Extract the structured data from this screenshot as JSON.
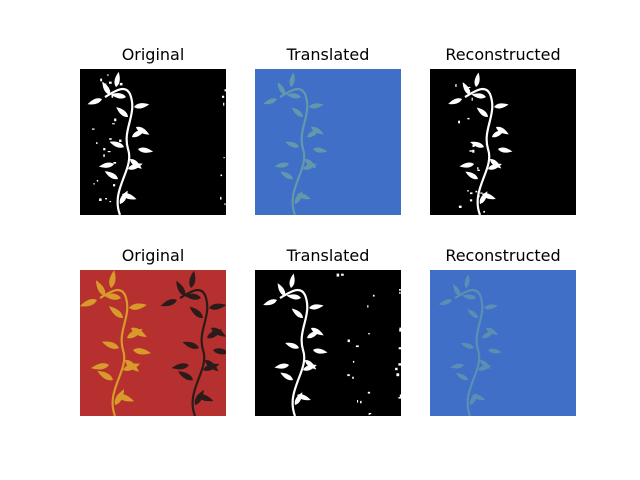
{
  "panels": [
    {
      "title": "Original",
      "style": "mask"
    },
    {
      "title": "Translated",
      "style": "blue"
    },
    {
      "title": "Reconstructed",
      "style": "mask"
    },
    {
      "title": "Original",
      "style": "fabric"
    },
    {
      "title": "Translated",
      "style": "mask"
    },
    {
      "title": "Reconstructed",
      "style": "blue"
    }
  ],
  "colors": {
    "background": "#ffffff",
    "mask_bg": "#000000",
    "mask_fg": "#ffffff",
    "blue_bg": "#3f6fc7",
    "blue_fg": "#7fb39b",
    "fabric_bg": "#b5302e",
    "fabric_gold": "#d89a2a",
    "fabric_dark": "#2b1b1b"
  }
}
